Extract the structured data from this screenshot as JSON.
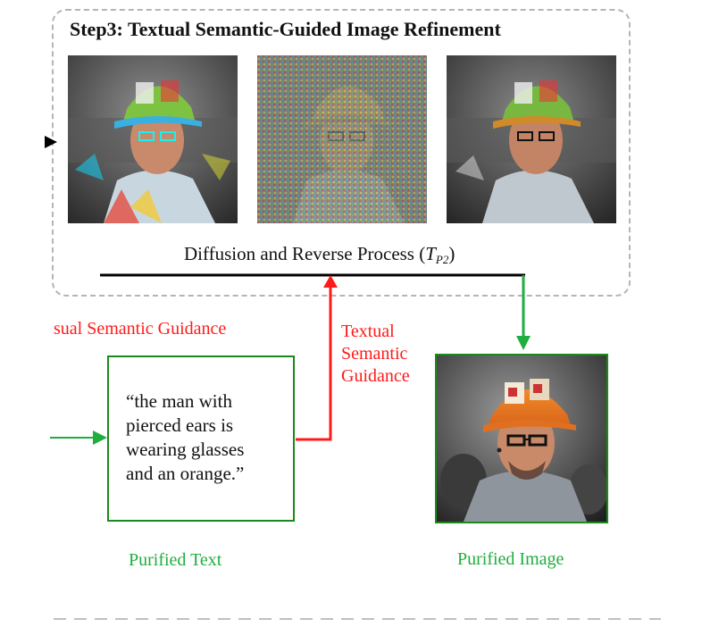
{
  "step3": {
    "title": "Step3: Textual Semantic-Guided Image Refinement",
    "process_label_text": "Diffusion and Reverse Process (",
    "process_label_symbol": "T",
    "process_label_subscript": "P2",
    "process_label_close": ")"
  },
  "labels": {
    "visual_guidance": "sual Semantic Guidance",
    "textual_guidance_line1": "Textual",
    "textual_guidance_line2": "Semantic",
    "textual_guidance_line3": "Guidance",
    "purified_text": "Purified Text",
    "purified_image": "Purified Image"
  },
  "purified_caption": {
    "line1": "“the man with",
    "line2": "pierced ears is",
    "line3": "wearing glasses",
    "line4": "and an orange.”"
  },
  "colors": {
    "red": "#ff1a1a",
    "green": "#1fae3e",
    "box_green": "#1a8a1a",
    "dash_gray": "#b5b5b5",
    "black": "#111111"
  },
  "icons": {
    "input_arrow": "triangle-arrowhead"
  }
}
